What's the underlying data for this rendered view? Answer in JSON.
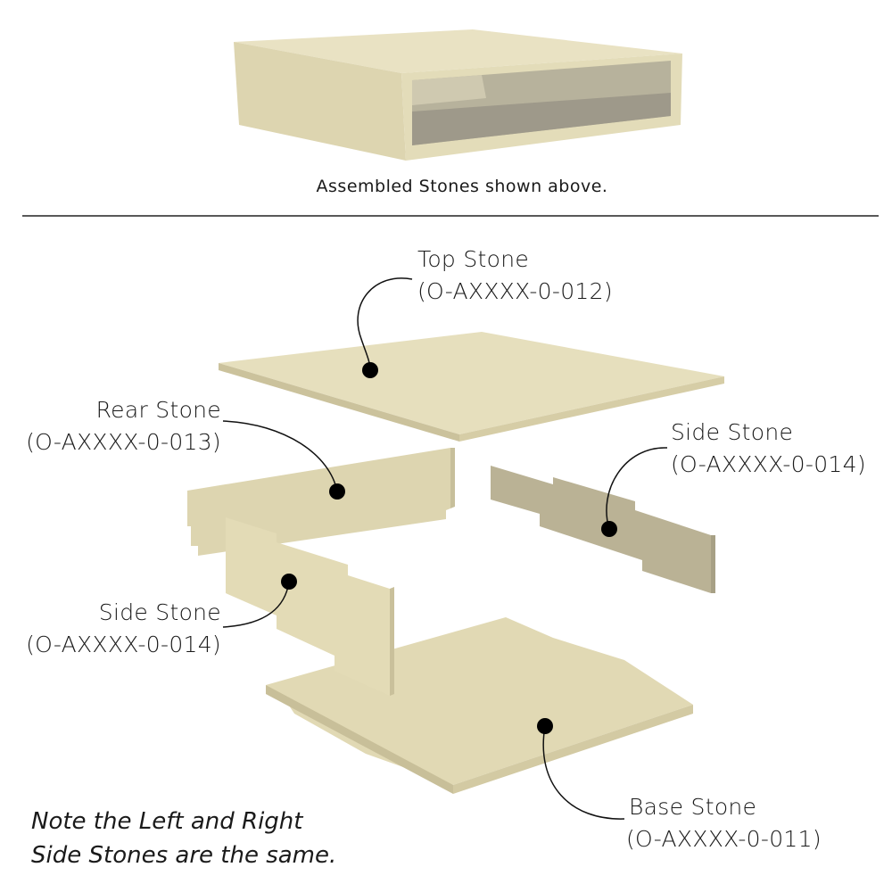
{
  "caption": "Assembled Stones shown above.",
  "parts": {
    "top": {
      "name": "Top Stone",
      "code": "(O-AXXXX-0-012)"
    },
    "rear": {
      "name": "Rear Stone",
      "code": "(O-AXXXX-0-013)"
    },
    "side_right": {
      "name": "Side Stone",
      "code": "(O-AXXXX-0-014)"
    },
    "side_left": {
      "name": "Side Stone",
      "code": "(O-AXXXX-0-014)"
    },
    "base": {
      "name": "Base Stone",
      "code": "(O-AXXXX-0-011)"
    }
  },
  "note": {
    "line1": "Note the Left and Right",
    "line2": "Side Stones are the same."
  },
  "colors": {
    "stone_light": "#e6dfbd",
    "stone_mid": "#d6cda6",
    "stone_dark": "#b9b193",
    "inner": "#8f8a78"
  }
}
